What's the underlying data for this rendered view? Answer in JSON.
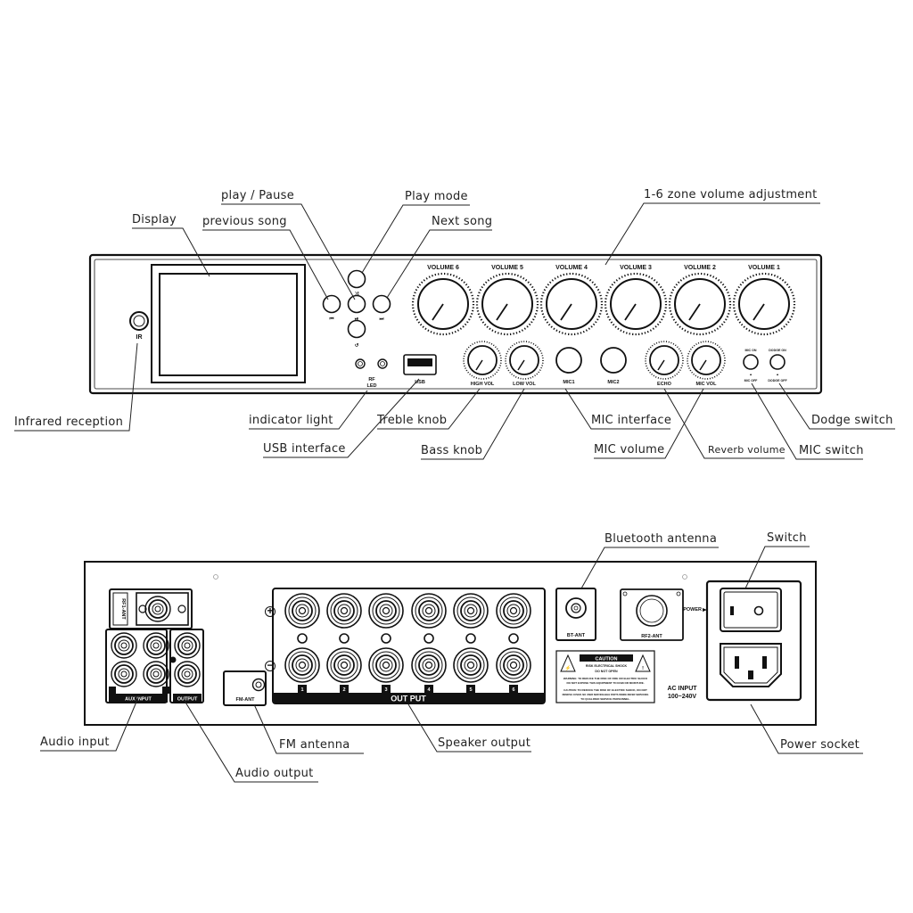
{
  "front_panel": {
    "labels": {
      "volume6": "VOLUME 6",
      "volume5": "VOLUME 5",
      "volume4": "VOLUME 4",
      "volume3": "VOLUME 3",
      "volume2": "VOLUME 2",
      "volume1": "VOLUME 1",
      "ir": "IR",
      "rf": "RF",
      "led": "LED",
      "usb": "USB",
      "high_vol": "HIGH VOL",
      "low_vol": "LOW VOL",
      "mic1": "MIC1",
      "mic2": "MIC2",
      "echo": "ECHO",
      "mic_vol": "MIC VOL",
      "mic_on": "MIC ON",
      "mic_off": "MIC OFF",
      "dodge_on": "DODGE ON",
      "dodge_off": "DODGE OFF"
    },
    "callouts": {
      "display": "Display",
      "play_pause": "play / Pause",
      "previous_song": "previous song",
      "play_mode": "Play mode",
      "next_song": "Next song",
      "zone_volume": "1-6 zone volume adjustment",
      "infrared": "Infrared reception",
      "indicator_light": "indicator light",
      "usb_interface": "USB interface",
      "treble_knob": "Treble knob",
      "bass_knob": "Bass knob",
      "mic_interface": "MIC interface",
      "mic_volume": "MIC volume",
      "reverb_volume": "Reverb volume",
      "mic_switch": "MIC switch",
      "dodge_switch": "Dodge switch"
    }
  },
  "rear_panel": {
    "labels": {
      "rf1_ant": "RF1-ANT",
      "aux_input": "AUX INPUT",
      "output": "OUTPUT",
      "fm_ant": "FM-ANT",
      "out_put": "OUT PUT",
      "plus": "+",
      "minus": "−",
      "channels": [
        "1",
        "2",
        "3",
        "4",
        "5",
        "6"
      ],
      "bt_ant": "BT-ANT",
      "rf2_ant": "RF2-ANT",
      "power": "POWER",
      "ac_input_1": "AC INPUT",
      "ac_input_2": "100~240V",
      "caution_title": "CAUTION",
      "caution_l1": "RISK ELECTRICAL SHOCK",
      "caution_l2": "DO NOT OPEN",
      "caution_l3": "WARNING: TO REDUCE THE RISK OF FIRE OR ELECTRIC SHOCK",
      "caution_l4": "DO NOT EXPOSE THIS EQUIPMENT TO RAIN OR MOISTURE.",
      "caution_l5": "CAUTION: TO REDUCE THE RISK OF ELECTRIC SHOCK, DO NOT",
      "caution_l6": "REMOVE COVER. NO USER SERVICEABLE PARTS INSIDE REFER SERVICING",
      "caution_l7": "TO QUALIFIED SERVICE PERSONNEL."
    },
    "callouts": {
      "bluetooth_antenna": "Bluetooth antenna",
      "switch": "Switch",
      "audio_input": "Audio input",
      "fm_antenna": "FM antenna",
      "speaker_output": "Speaker output",
      "audio_output": "Audio output",
      "power_socket": "Power socket"
    }
  }
}
